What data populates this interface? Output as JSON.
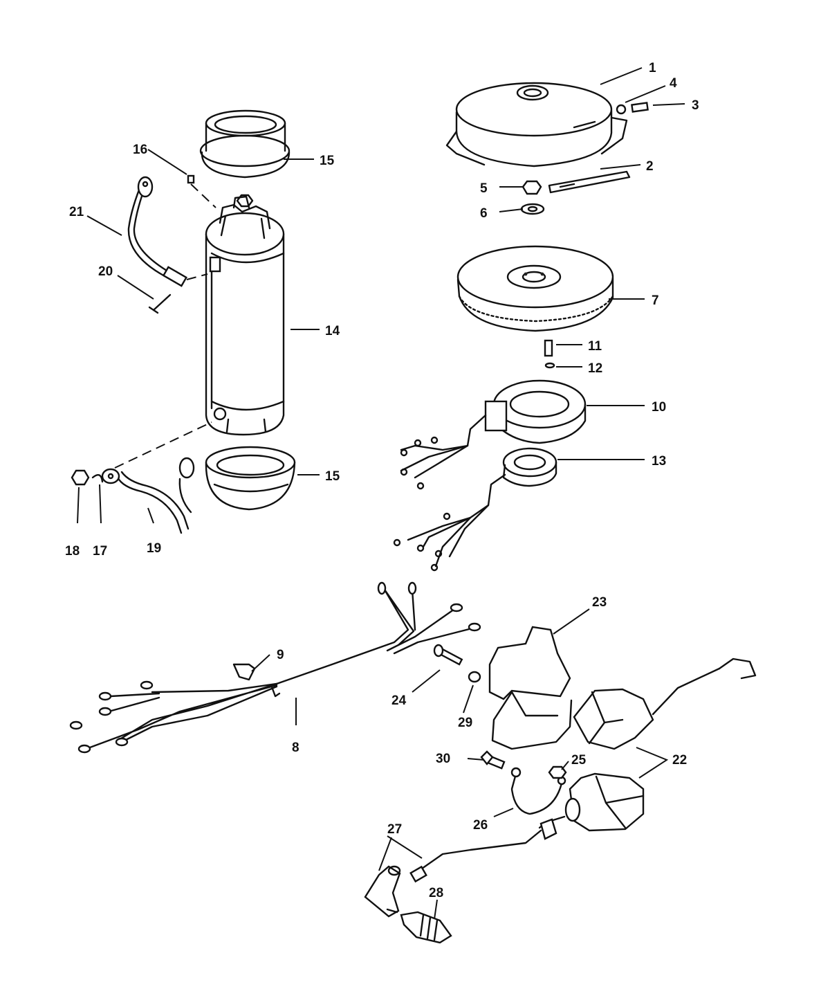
{
  "callouts": {
    "c1": "1",
    "c2": "2",
    "c3": "3",
    "c4": "4",
    "c5": "5",
    "c6": "6",
    "c7": "7",
    "c8": "8",
    "c9": "9",
    "c10": "10",
    "c11": "11",
    "c12": "12",
    "c13": "13",
    "c14": "14",
    "c15a": "15",
    "c15b": "15",
    "c16": "16",
    "c17": "17",
    "c18": "18",
    "c19": "19",
    "c20": "20",
    "c21": "21",
    "c22": "22",
    "c23": "23",
    "c24": "24",
    "c25": "25",
    "c26": "26",
    "c27": "27",
    "c28": "28",
    "c29": "29",
    "c30": "30"
  }
}
